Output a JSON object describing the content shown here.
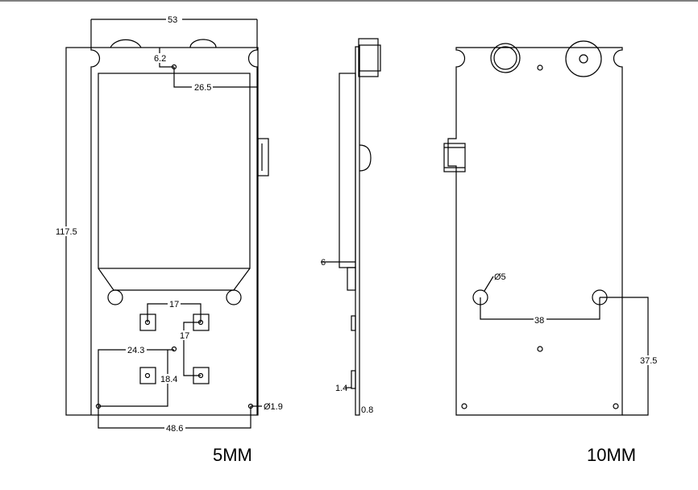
{
  "drawing": {
    "front_view": {
      "dimensions": {
        "width_top": "53",
        "hole_offset": "6.2",
        "hole_to_edge": "26.5",
        "height": "117.5",
        "pad_spacing_h": "17",
        "pad_spacing_v": "17",
        "hole_x": "24.3",
        "hole_y": "18.4",
        "mount_hole_spacing": "48.6",
        "mount_hole_diameter": "Ø1.9"
      },
      "scale_label": "5MM"
    },
    "side_view": {
      "dimensions": {
        "display_thickness": "6",
        "component_height": "1.4",
        "board_thickness": "0.8"
      }
    },
    "back_view": {
      "dimensions": {
        "hole_diameter": "Ø5",
        "hole_spacing": "38",
        "hole_to_bottom": "37.5"
      },
      "scale_label": "10MM"
    }
  }
}
